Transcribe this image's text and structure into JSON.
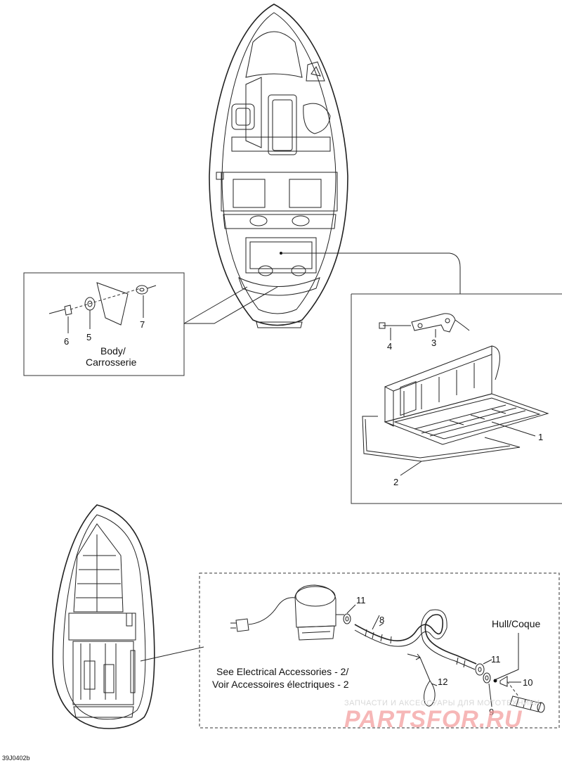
{
  "callouts": {
    "n1": "1",
    "n2": "2",
    "n3": "3",
    "n4": "4",
    "n5": "5",
    "n6": "6",
    "n7": "7",
    "n8": "8",
    "n9": "9",
    "n10": "10",
    "n11a": "11",
    "n11b": "11",
    "n12": "12"
  },
  "labels": {
    "body_line1": "Body/",
    "body_line2": "Carrosserie",
    "hull": "Hull/Coque",
    "see_line1": "See Electrical Accessories - 2/",
    "see_line2": "Voir Accessoires électriques - 2"
  },
  "figure_code": "39J0402b",
  "watermark": {
    "line1": "ЗАПЧАСТИ И АКСЕССУАРЫ ДЛЯ МОТОТЕХНИКИ",
    "line2": "PARTSFOR.RU"
  }
}
